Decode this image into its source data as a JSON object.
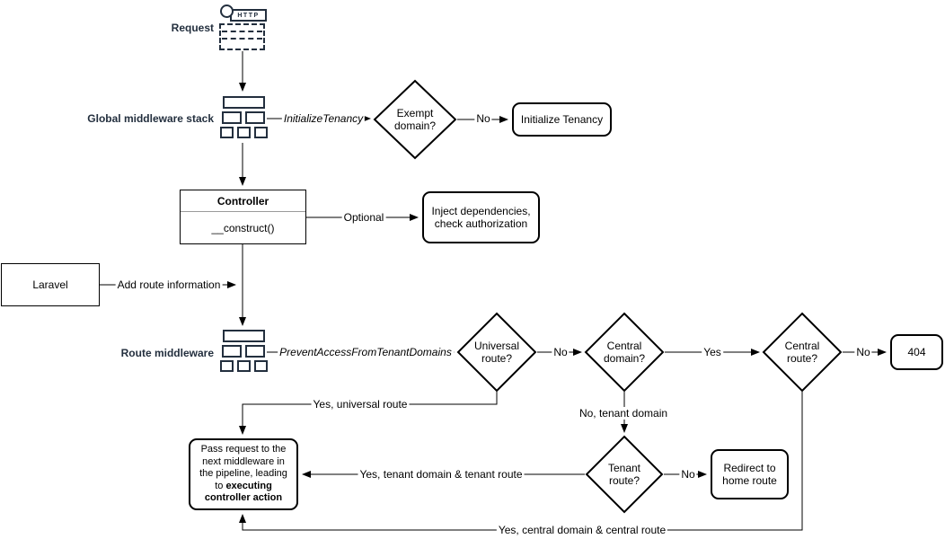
{
  "colors": {
    "icon_navy": "#232F3E",
    "shape_stroke": "#000000",
    "background": "#ffffff"
  },
  "nodes": {
    "request": {
      "label": "Request",
      "icon_text": "HTTP",
      "icon": "http-request-icon"
    },
    "global_middleware": {
      "label": "Global middleware stack",
      "icon": "middleware-stack-icon"
    },
    "exempt_domain": {
      "line1": "Exempt",
      "line2": "domain?"
    },
    "initialize_tenancy": {
      "label": "Initialize Tenancy"
    },
    "controller": {
      "title": "Controller",
      "method": "__construct()"
    },
    "inject": {
      "line1": "Inject dependencies,",
      "line2": "check authorization"
    },
    "laravel": {
      "label": "Laravel"
    },
    "route_middleware": {
      "label": "Route middleware",
      "icon": "middleware-stack-icon"
    },
    "universal_route": {
      "line1": "Universal",
      "line2": "route?"
    },
    "central_domain": {
      "line1": "Central",
      "line2": "domain?"
    },
    "central_route": {
      "line1": "Central",
      "line2": "route?"
    },
    "not_found": {
      "label": "404"
    },
    "tenant_route": {
      "line1": "Tenant",
      "line2": "route?"
    },
    "redirect_home": {
      "line1": "Redirect to",
      "line2": "home route"
    },
    "pass_request": {
      "line1": "Pass request to the",
      "line2": "next middleware in",
      "line3": "the pipeline, leading",
      "line4_normal": "to",
      "line4_bold": "executing",
      "line5_bold": "controller action"
    }
  },
  "edge_labels": {
    "initialize_tenancy": "InitializeTenancy",
    "exempt_no": "No",
    "optional": "Optional",
    "add_route": "Add route information",
    "prevent_access": "PreventAccessFromTenantDomains",
    "universal_no": "No",
    "central_domain_yes": "Yes",
    "central_route_no": "No",
    "tenant_no": "No",
    "yes_universal": "Yes, universal route",
    "no_tenant_domain": "No, tenant domain",
    "yes_tenant": "Yes, tenant domain & tenant route",
    "yes_central": "Yes, central domain & central route"
  }
}
